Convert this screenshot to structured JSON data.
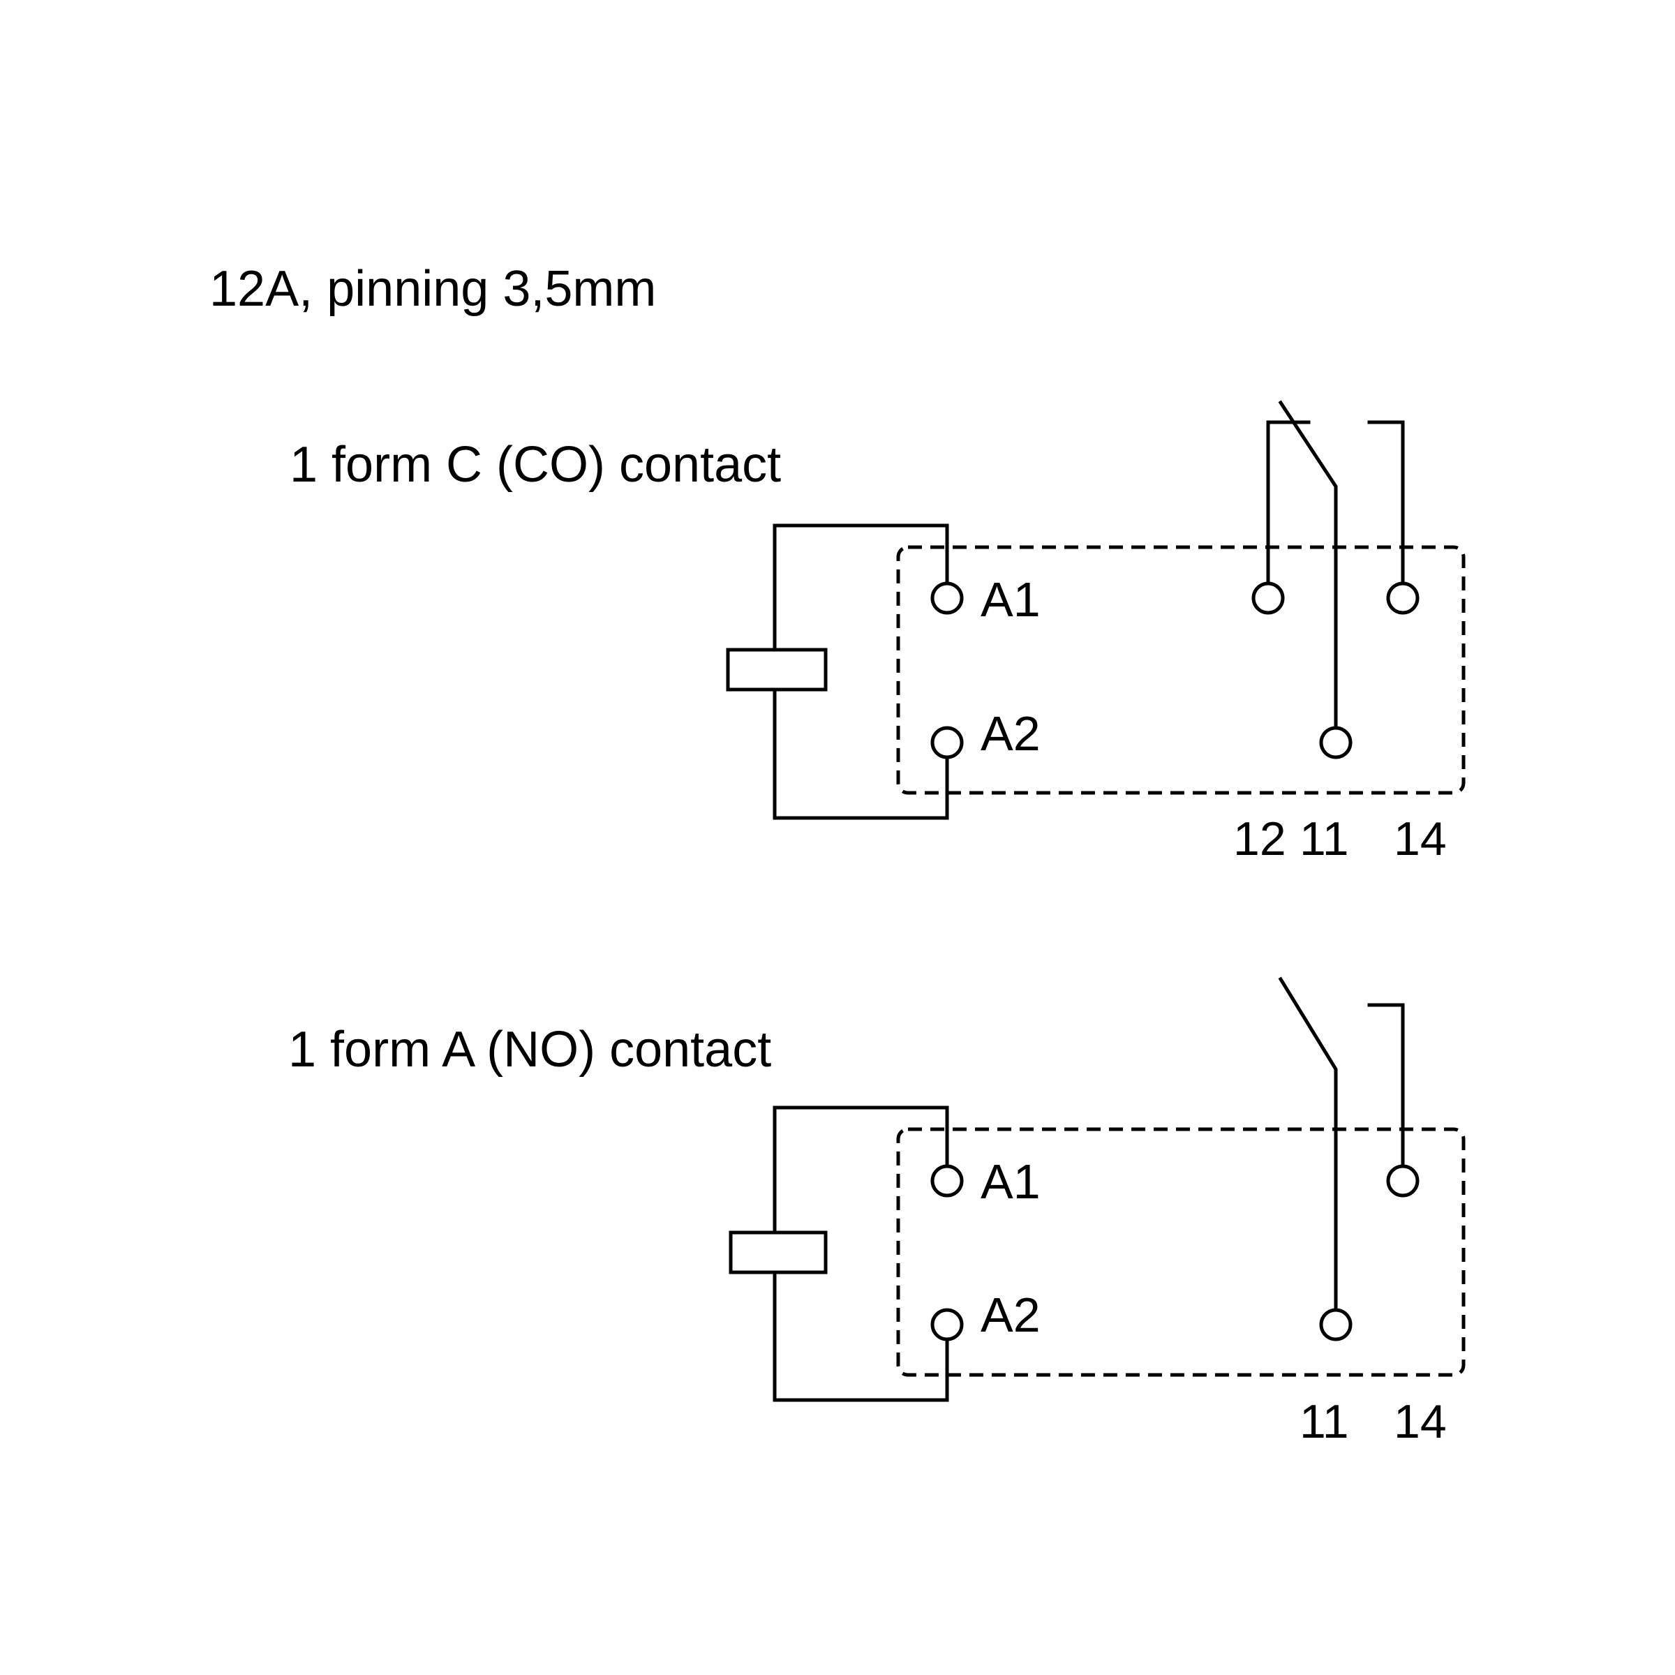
{
  "title": "12A, pinning 3,5mm",
  "diagrams": [
    {
      "label": "1 form C (CO) contact",
      "coil_pins": [
        "A1",
        "A2"
      ],
      "terminal_numbers": [
        "12",
        "11",
        "14"
      ]
    },
    {
      "label": "1 form A (NO) contact",
      "coil_pins": [
        "A1",
        "A2"
      ],
      "terminal_numbers": [
        "11",
        "14"
      ]
    }
  ],
  "colors": {
    "line": "#000000",
    "background": "#ffffff"
  }
}
